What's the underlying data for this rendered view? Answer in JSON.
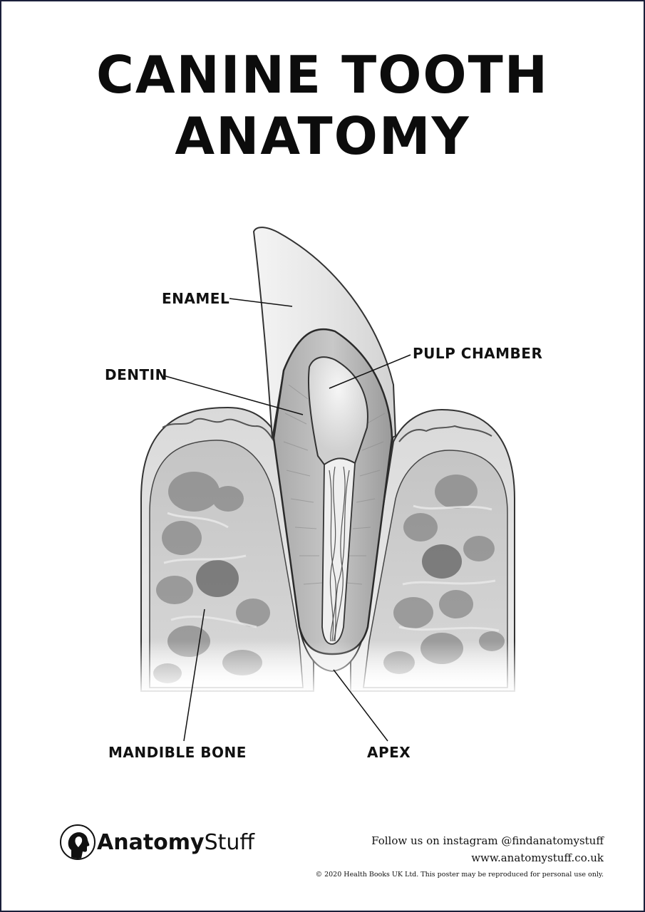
{
  "title": {
    "line1": "CANINE TOOTH",
    "line2": "ANATOMY"
  },
  "labels": {
    "enamel": "ENAMEL",
    "dentin": "DENTIN",
    "pulp_chamber": "PULP CHAMBER",
    "mandible_bone": "MANDIBLE BONE",
    "apex": "APEX"
  },
  "brand": {
    "name_bold": "Anatomy",
    "name_regular": "Stuff"
  },
  "footer": {
    "instagram": "Follow us on instagram @findanatomystuff",
    "website": "www.anatomystuff.co.uk",
    "copyright": "© 2020 Health Books UK Ltd. This poster may be reproduced for personal use only."
  },
  "colors": {
    "border": "#1a1f3a",
    "ink": "#111111"
  }
}
